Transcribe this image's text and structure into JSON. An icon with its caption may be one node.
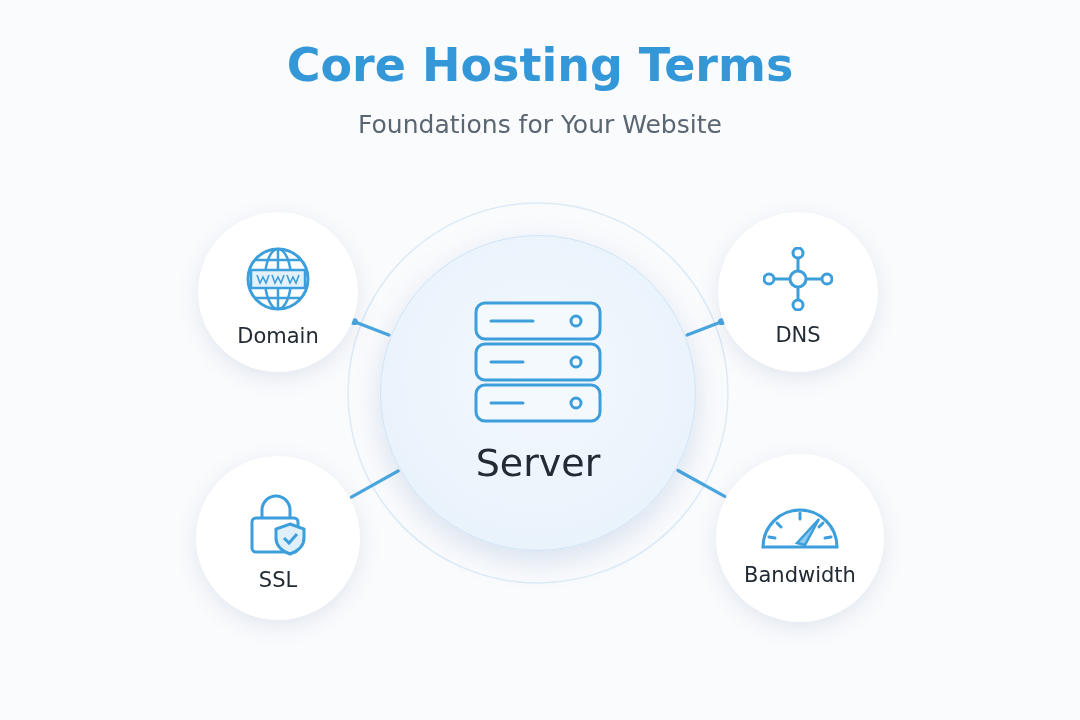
{
  "diagram": {
    "title": "Core Hosting Terms",
    "caption": "Foundations for Your Website",
    "nodes": [
      {
        "text": [
          "Server"
        ]
      },
      {
        "text": [
          "Domain"
        ]
      },
      {
        "text": [
          "DNS"
        ]
      },
      {
        "text": [
          "SSL"
        ]
      },
      {
        "text": [
          "Bandwidth"
        ]
      }
    ],
    "edges": [
      {
        "from": 0,
        "to": 1,
        "arrow": "other"
      },
      {
        "from": 0,
        "to": 2,
        "arrow": "other"
      },
      {
        "from": 0,
        "to": 3,
        "arrow": "none"
      },
      {
        "from": 0,
        "to": 4,
        "arrow": "none"
      }
    ]
  }
}
